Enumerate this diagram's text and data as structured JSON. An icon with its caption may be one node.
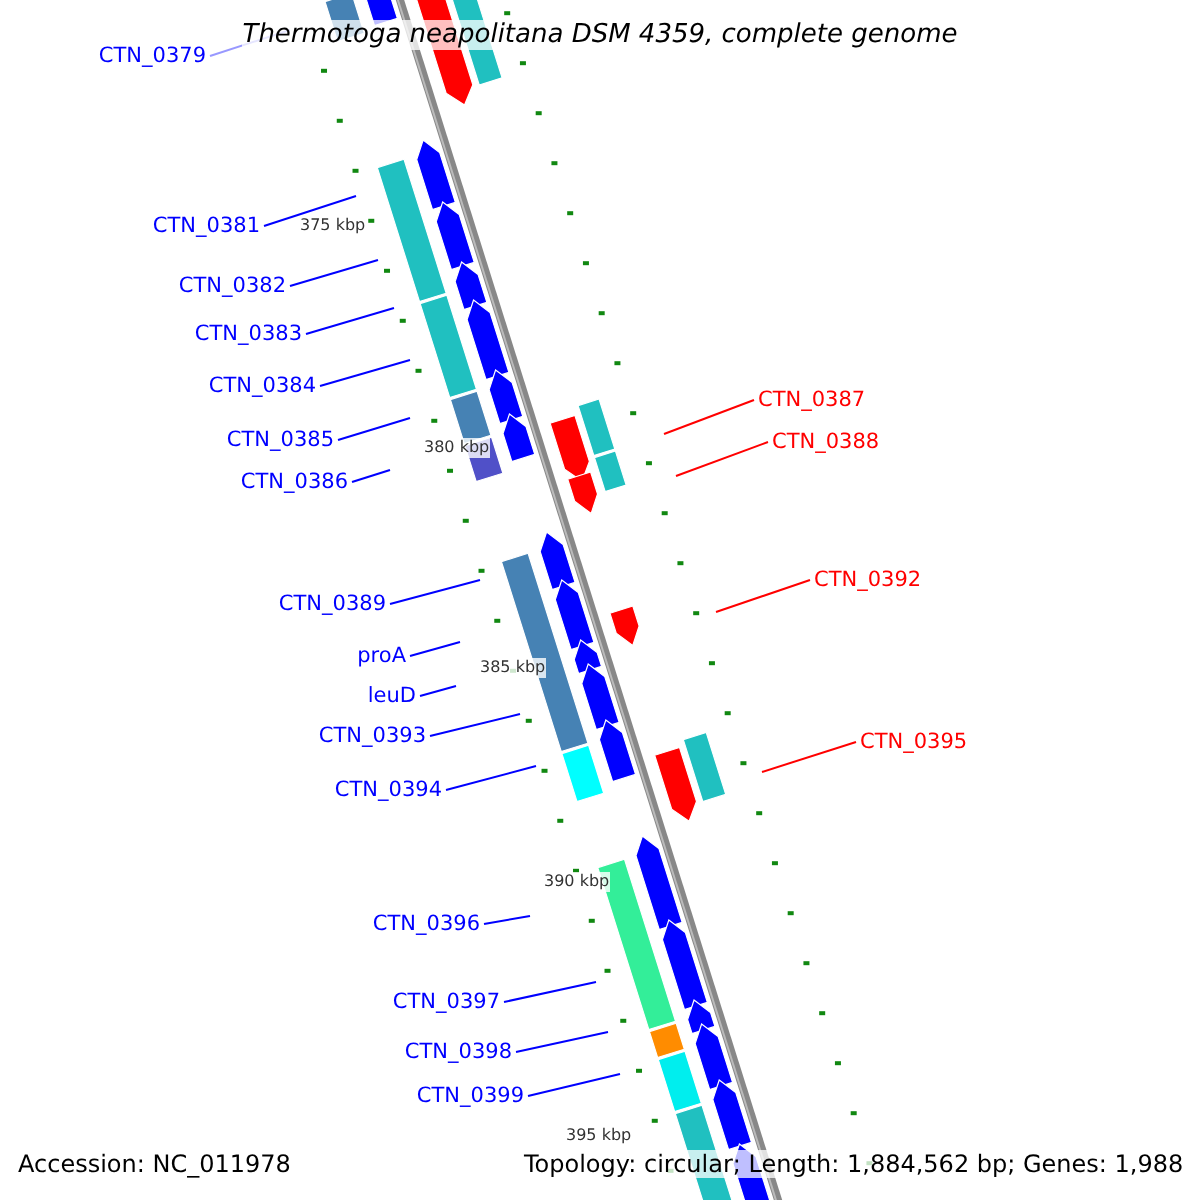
{
  "diagram": {
    "title": "Thermotoga neapolitana DSM 4359, complete genome",
    "nodes": [
      {
        "text": [
          "CTN_0379"
        ]
      },
      {
        "text": [
          "CTN_0381"
        ]
      },
      {
        "text": [
          "CTN_0382"
        ]
      },
      {
        "text": [
          "CTN_0383"
        ]
      },
      {
        "text": [
          "CTN_0384"
        ]
      },
      {
        "text": [
          "CTN_0387"
        ]
      },
      {
        "text": [
          "CTN_0385"
        ]
      },
      {
        "text": [
          "CTN_0388"
        ]
      },
      {
        "text": [
          "CTN_0386"
        ]
      },
      {
        "text": [
          "CTN_0392"
        ]
      },
      {
        "text": [
          "CTN_0389"
        ]
      },
      {
        "text": [
          "proA"
        ]
      },
      {
        "text": [
          "leuD"
        ]
      },
      {
        "text": [
          "CTN_0393"
        ]
      },
      {
        "text": [
          "CTN_0395"
        ]
      },
      {
        "text": [
          "CTN_0394"
        ]
      },
      {
        "text": [
          "CTN_0396"
        ]
      },
      {
        "text": [
          "CTN_0397"
        ]
      },
      {
        "text": [
          "CTN_0398"
        ]
      },
      {
        "text": [
          "CTN_0399"
        ]
      }
    ],
    "edges": [
      {
        "from": 0,
        "to": null,
        "arrow": "none"
      },
      {
        "from": 1,
        "to": null,
        "arrow": "none"
      },
      {
        "from": 2,
        "to": null,
        "arrow": "none"
      },
      {
        "from": 3,
        "to": null,
        "arrow": "none"
      },
      {
        "from": 4,
        "to": null,
        "arrow": "none"
      },
      {
        "from": 5,
        "to": null,
        "arrow": "none",
        "color": "#ff0000"
      },
      {
        "from": 6,
        "to": null,
        "arrow": "none"
      },
      {
        "from": 7,
        "to": null,
        "arrow": "none",
        "color": "#ff0000"
      },
      {
        "from": 8,
        "to": null,
        "arrow": "none"
      },
      {
        "from": 9,
        "to": null,
        "arrow": "none",
        "color": "#ff0000"
      },
      {
        "from": 10,
        "to": null,
        "arrow": "none"
      },
      {
        "from": 11,
        "to": null,
        "arrow": "none"
      },
      {
        "from": 12,
        "to": null,
        "arrow": "none"
      },
      {
        "from": 13,
        "to": null,
        "arrow": "none"
      },
      {
        "from": 14,
        "to": null,
        "arrow": "none",
        "color": "#ff0000"
      },
      {
        "from": 15,
        "to": null,
        "arrow": "none"
      },
      {
        "from": 16,
        "to": null,
        "arrow": "none"
      },
      {
        "from": 17,
        "to": null,
        "arrow": "none"
      },
      {
        "from": 18,
        "to": null,
        "arrow": "none"
      },
      {
        "from": 19,
        "to": null,
        "arrow": "none"
      }
    ],
    "labels": [
      "375 kbp",
      "380 kbp",
      "385 kbp",
      "390 kbp",
      "395 kbp",
      "Accession: NC_011978",
      "Topology: circular; Length: 1,884,562 bp; Genes: 1,988"
    ]
  }
}
